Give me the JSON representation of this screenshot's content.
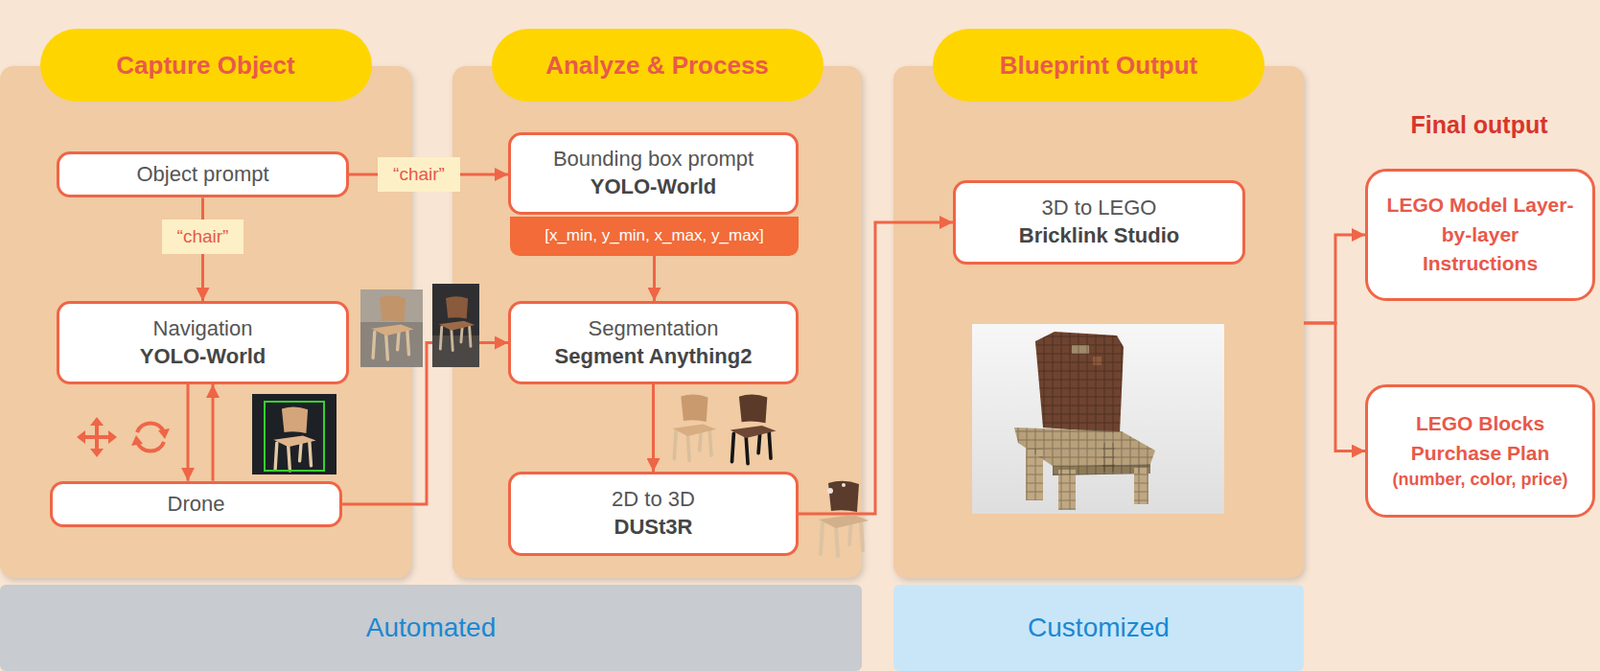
{
  "diagram": {
    "nodes": [
      {
        "text": [
          "Capture Object"
        ]
      },
      {
        "text": [
          "Object prompt"
        ],
        "in": 0
      },
      {
        "text": [
          "Navigation",
          "YOLO-World"
        ],
        "in": 0
      },
      {
        "text": [
          "Drone"
        ],
        "in": 0
      },
      {
        "text": [
          "Analyze & Process"
        ]
      },
      {
        "text": [
          "Bounding box prompt",
          "YOLO-World"
        ],
        "in": 4
      },
      {
        "text": [
          "[x_min, y_min, x_max, y_max]"
        ],
        "in": 4
      },
      {
        "text": [
          "Segmentation",
          "Segment Anything2"
        ],
        "in": 4
      },
      {
        "text": [
          "2D to 3D",
          "DUSt3R"
        ],
        "in": 4
      },
      {
        "text": [
          "Blueprint Output"
        ]
      },
      {
        "text": [
          "3D to LEGO",
          "Bricklink Studio"
        ],
        "in": 9
      },
      {
        "text": [
          "LEGO Model Layer-by-layer Instructions"
        ]
      },
      {
        "text": [
          "LEGO Blocks Purchase Plan",
          "(number, color, price)"
        ]
      },
      {
        "text": [
          "Automated"
        ]
      },
      {
        "text": [
          "Customized"
        ]
      }
    ],
    "edges": [
      {
        "from": 1,
        "to": 5,
        "label": "“chair”",
        "arrow": "to"
      },
      {
        "from": 1,
        "to": 2,
        "label": "“chair”",
        "arrow": "to"
      },
      {
        "from": 2,
        "to": 3,
        "arrow": "to"
      },
      {
        "from": 3,
        "to": 2,
        "arrow": "to"
      },
      {
        "from": 3,
        "to": 7,
        "arrow": "to"
      },
      {
        "from": 6,
        "to": 7,
        "arrow": "to"
      },
      {
        "from": 7,
        "to": 8,
        "arrow": "to"
      },
      {
        "from": 8,
        "to": 10,
        "arrow": "to"
      },
      {
        "from": 9,
        "to": 11,
        "arrow": "to"
      },
      {
        "from": 9,
        "to": 12,
        "arrow": "to"
      }
    ],
    "labels": [
      "Final output"
    ]
  }
}
